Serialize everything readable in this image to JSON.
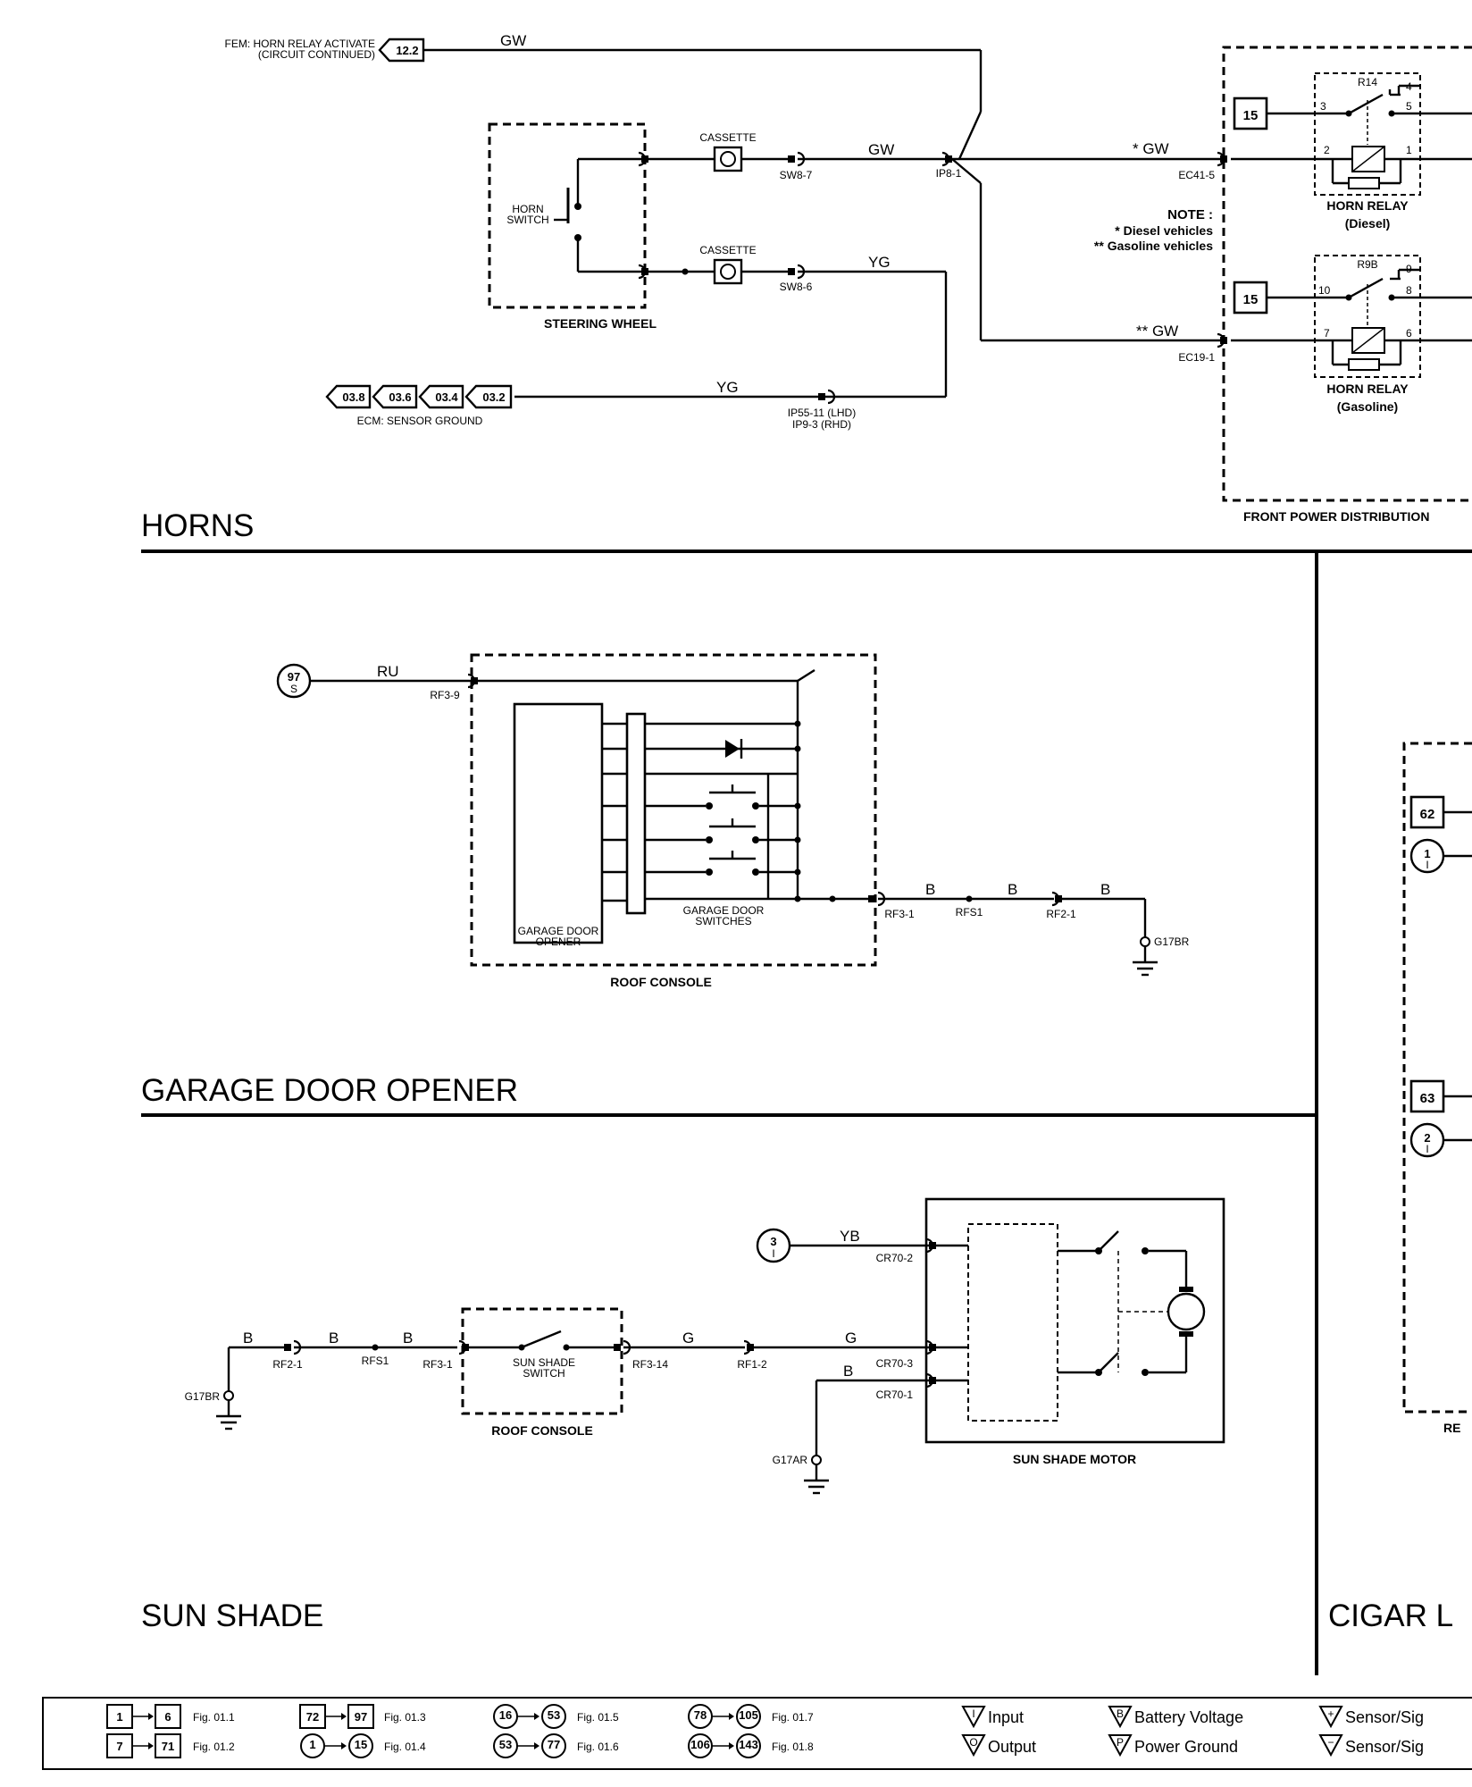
{
  "sections": {
    "horns": "HORNS",
    "garage": "GARAGE DOOR OPENER",
    "sunshade": "SUN SHADE",
    "cigar": "CIGAR L"
  },
  "horns": {
    "fem_line1": "FEM: HORN RELAY ACTIVATE",
    "fem_line2": "(CIRCUIT CONTINUED)",
    "fem_ref": "12.2",
    "wire_gw": "GW",
    "wire_gw_diesel": "* GW",
    "wire_gw_gas": "** GW",
    "wire_yg": "YG",
    "cassette": "CASSETTE",
    "horn_switch_l1": "HORN",
    "horn_switch_l2": "SWITCH",
    "steering_wheel": "STEERING WHEEL",
    "sw8_7": "SW8-7",
    "sw8_6": "SW8-6",
    "ip8_1": "IP8-1",
    "ec41_5": "EC41-5",
    "ec19_1": "EC19-1",
    "ip55_11": "IP55-11 (LHD)",
    "ip9_3": "IP9-3 (RHD)",
    "ecm_refs": [
      "03.8",
      "03.6",
      "03.4",
      "03.2"
    ],
    "ecm_label": "ECM: SENSOR GROUND",
    "note_title": "NOTE :",
    "note_1": "*  Diesel vehicles",
    "note_2": "** Gasoline vehicles",
    "fuse": "15",
    "r14": "R14",
    "r9b": "R9B",
    "pins_diesel": [
      "4",
      "3",
      "5",
      "2",
      "1"
    ],
    "pins_gas": [
      "9",
      "10",
      "8",
      "7",
      "6"
    ],
    "relay_diesel_l1": "HORN RELAY",
    "relay_diesel_l2": "(Diesel)",
    "relay_gas_l1": "HORN RELAY",
    "relay_gas_l2": "(Gasoline)",
    "fpd": "FRONT POWER DISTRIBUTION"
  },
  "garage": {
    "supply_num": "97",
    "supply_sub": "S",
    "wire_ru": "RU",
    "rf3_9": "RF3-9",
    "rf3_1": "RF3-1",
    "rfs1": "RFS1",
    "rf2_1": "RF2-1",
    "wire_b": "B",
    "g17br": "G17BR",
    "opener_l1": "GARAGE DOOR",
    "opener_l2": "OPENER",
    "switches_l1": "GARAGE DOOR",
    "switches_l2": "SWITCHES",
    "roof_console": "ROOF CONSOLE"
  },
  "sunshade": {
    "supply_num": "3",
    "supply_sub": "I",
    "wire_yb": "YB",
    "wire_g": "G",
    "wire_b": "B",
    "g17br": "G17BR",
    "g17ar": "G17AR",
    "rf2_1": "RF2-1",
    "rfs1": "RFS1",
    "rf3_1": "RF3-1",
    "rf3_14": "RF3-14",
    "rf1_2": "RF1-2",
    "cr70_2": "CR70-2",
    "cr70_3": "CR70-3",
    "cr70_1": "CR70-1",
    "switch_l1": "SUN SHADE",
    "switch_l2": "SWITCH",
    "roof_console": "ROOF CONSOLE",
    "motor": "SUN SHADE MOTOR"
  },
  "cigar": {
    "box62": "62",
    "box63": "63",
    "c1": "1",
    "c1_sub": "I",
    "c2": "2",
    "c2_sub": "I",
    "re": "RE"
  },
  "legend": {
    "ranges": [
      {
        "from": "1",
        "to": "6",
        "fig": "Fig. 01.1"
      },
      {
        "from": "7",
        "to": "71",
        "fig": "Fig. 01.2"
      },
      {
        "from": "72",
        "to": "97",
        "fig": "Fig. 01.3"
      },
      {
        "from": "1",
        "to": "15",
        "fig": "Fig. 01.4"
      },
      {
        "from": "16",
        "to": "53",
        "fig": "Fig. 01.5"
      },
      {
        "from": "53",
        "to": "77",
        "fig": "Fig. 01.6"
      },
      {
        "from": "78",
        "to": "105",
        "fig": "Fig. 01.7"
      },
      {
        "from": "106",
        "to": "143",
        "fig": "Fig. 01.8"
      }
    ],
    "input": "Input",
    "output": "Output",
    "battery": "Battery Voltage",
    "ground": "Power Ground",
    "sensor1": "Sensor/Sig",
    "sensor2": "Sensor/Sig",
    "sym_input": "I",
    "sym_output": "O",
    "sym_battery": "B",
    "sym_ground": "P",
    "sym_sensor1": "+",
    "sym_sensor2": "−"
  }
}
